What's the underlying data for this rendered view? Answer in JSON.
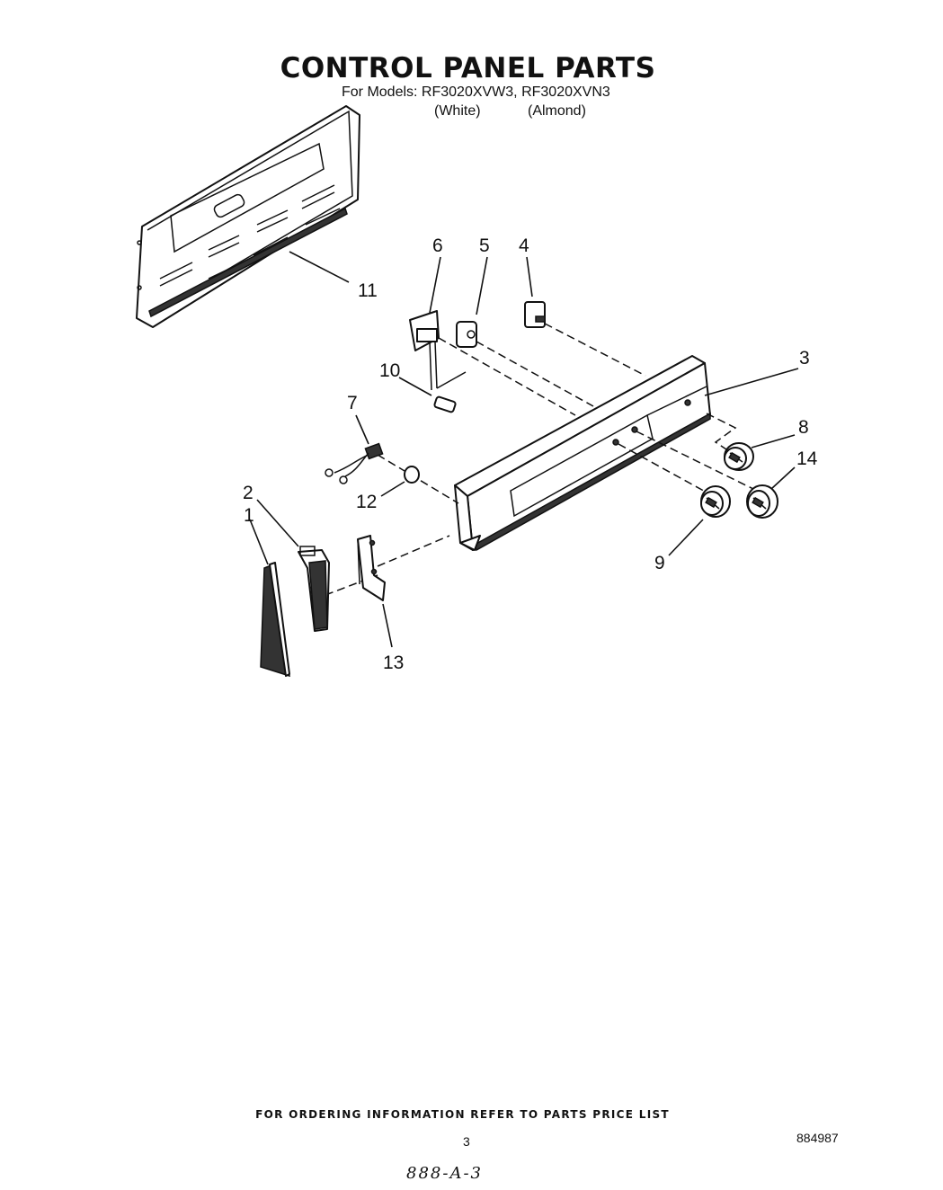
{
  "header": {
    "title": "CONTROL PANEL PARTS",
    "models_line": "For Models: RF3020XVW3, RF3020XVN3",
    "color_white": "(White)",
    "color_almond": "(Almond)"
  },
  "callouts": {
    "p1": "1",
    "p2": "2",
    "p3": "3",
    "p4": "4",
    "p5": "5",
    "p6": "6",
    "p7": "7",
    "p8": "8",
    "p9": "9",
    "p10": "10",
    "p11": "11",
    "p12": "12",
    "p13": "13",
    "p14": "14"
  },
  "footer": {
    "ordering_note": "FOR ORDERING INFORMATION REFER TO PARTS PRICE LIST",
    "page_number": "3",
    "doc_number": "884987",
    "handwritten_code": "888-A-3"
  }
}
